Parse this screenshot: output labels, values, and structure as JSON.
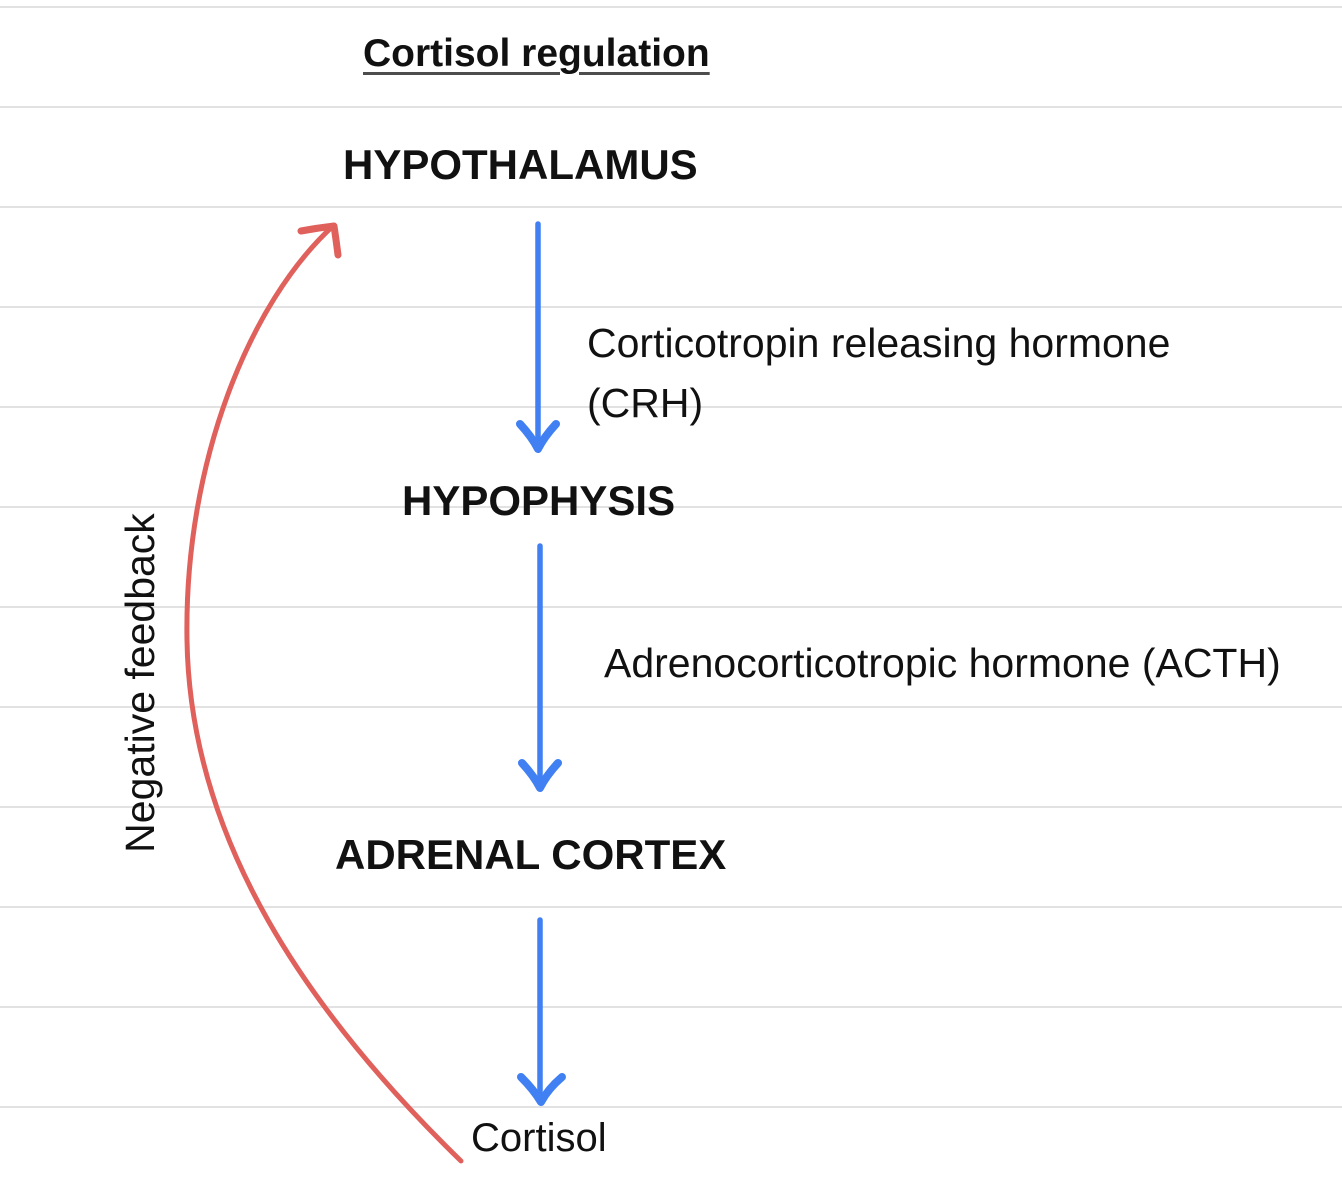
{
  "title": "Cortisol regulation",
  "flow": {
    "nodes": [
      {
        "id": "hypothalamus",
        "label": "HYPOTHALAMUS"
      },
      {
        "id": "hypophysis",
        "label": "HYPOPHYSIS"
      },
      {
        "id": "adrenal-cortex",
        "label": "ADRENAL CORTEX"
      },
      {
        "id": "cortisol",
        "label": "Cortisol"
      }
    ],
    "edges": [
      {
        "from": "HYPOTHALAMUS",
        "to": "HYPOPHYSIS",
        "label": "Corticotropin releasing hormone (CRH)",
        "style": "blue-down-arrow"
      },
      {
        "from": "HYPOPHYSIS",
        "to": "ADRENAL CORTEX",
        "label": "Adrenocorticotropic hormone (ACTH)",
        "style": "blue-down-arrow"
      },
      {
        "from": "ADRENAL CORTEX",
        "to": "Cortisol",
        "label": "",
        "style": "blue-down-arrow"
      },
      {
        "from": "Cortisol",
        "to": "HYPOTHALAMUS",
        "label": "Negative feedback",
        "style": "red-curved-arrow"
      }
    ]
  },
  "colors": {
    "hormone_arrow_blue": "#4080f2",
    "feedback_arrow_red": "#e0605c",
    "text": "#111111",
    "gridline": "#e2e2e2",
    "background": "#ffffff"
  }
}
